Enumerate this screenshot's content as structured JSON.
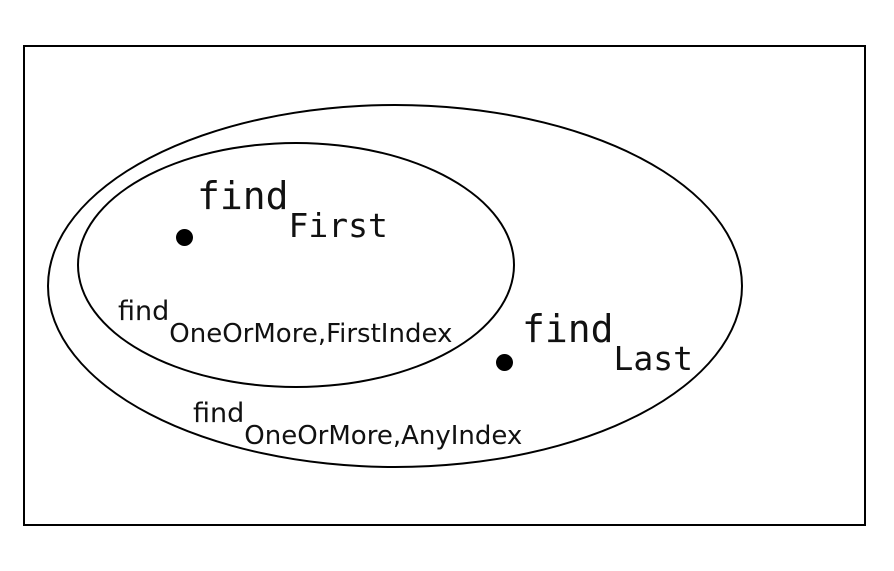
{
  "diagram": {
    "type": "euler-diagram",
    "colors": {
      "background": "#ffffff",
      "stroke": "#000000",
      "text": "#111111"
    },
    "outer_set": {
      "label_base": "find",
      "label_subscript": "OneOrMore,AnyIndex"
    },
    "inner_set": {
      "label_base": "find",
      "label_subscript": "OneOrMore,FirstIndex",
      "contained_in": "outer_set"
    },
    "point_first": {
      "label_base": "find",
      "label_subscript": "First",
      "marker": "bullet-dot",
      "located_in": "inner_set"
    },
    "point_last": {
      "label_base": "find",
      "label_subscript": "Last",
      "marker": "bullet-dot",
      "located_in": "outer_set"
    }
  }
}
